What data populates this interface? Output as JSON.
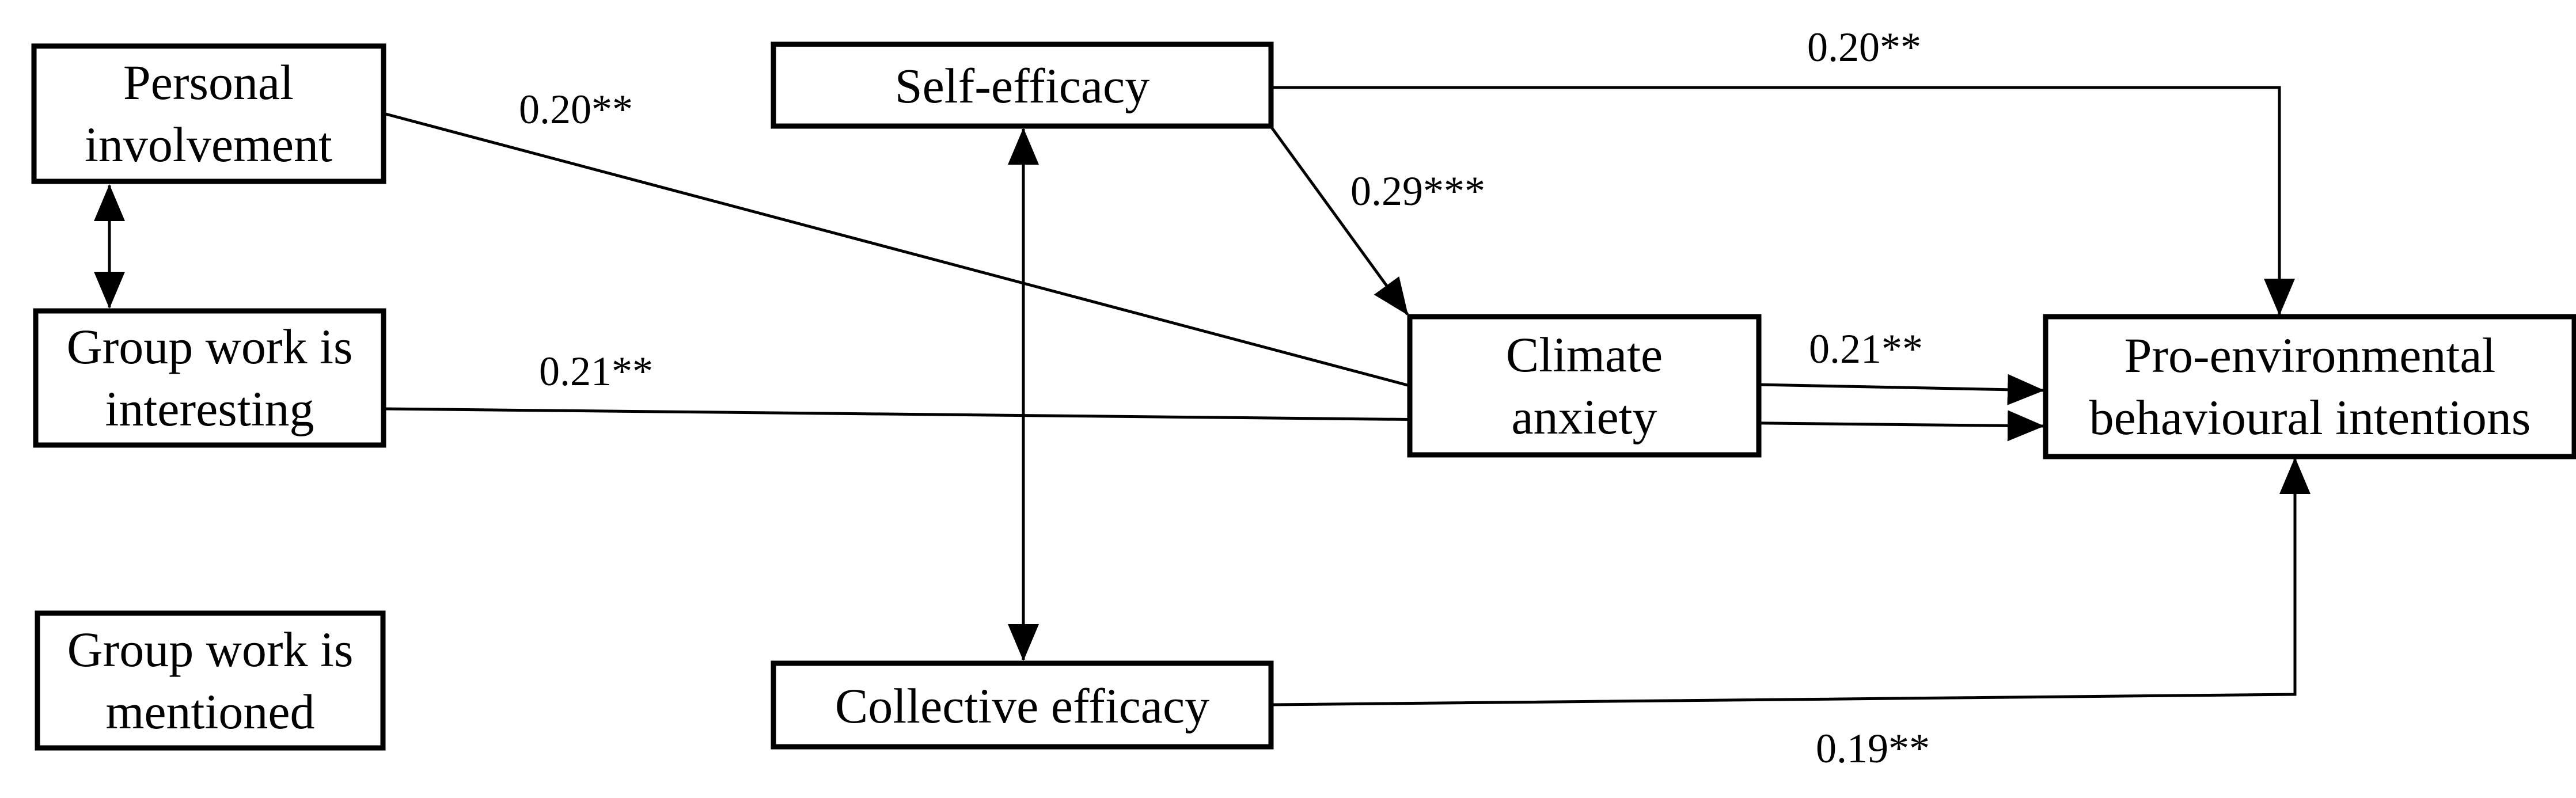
{
  "figure": {
    "type": "structural-path-diagram",
    "background_color": "#ffffff",
    "ink_color": "#000000"
  },
  "nodes": {
    "personal_involvement": {
      "lines": [
        "Personal",
        "involvement"
      ]
    },
    "group_work_interesting": {
      "lines": [
        "Group work is",
        "interesting"
      ]
    },
    "group_work_mentioned": {
      "lines": [
        "Group work is",
        "mentioned"
      ]
    },
    "self_efficacy": {
      "lines": [
        "Self-efficacy"
      ]
    },
    "collective_efficacy": {
      "lines": [
        "Collective efficacy"
      ]
    },
    "climate_anxiety": {
      "lines": [
        "Climate",
        "anxiety"
      ]
    },
    "pro_environmental_intentions": {
      "lines": [
        "Pro-environmental",
        "behavioural intentions"
      ]
    }
  },
  "paths": {
    "personal_involvement_to_climate_anxiety": "0.20**",
    "group_work_interesting_to_intentions": "0.21**",
    "self_efficacy_to_climate_anxiety": "0.29***",
    "self_efficacy_to_intentions": "0.20**",
    "climate_anxiety_to_intentions": "0.21**",
    "collective_efficacy_to_intentions": "0.19**"
  }
}
